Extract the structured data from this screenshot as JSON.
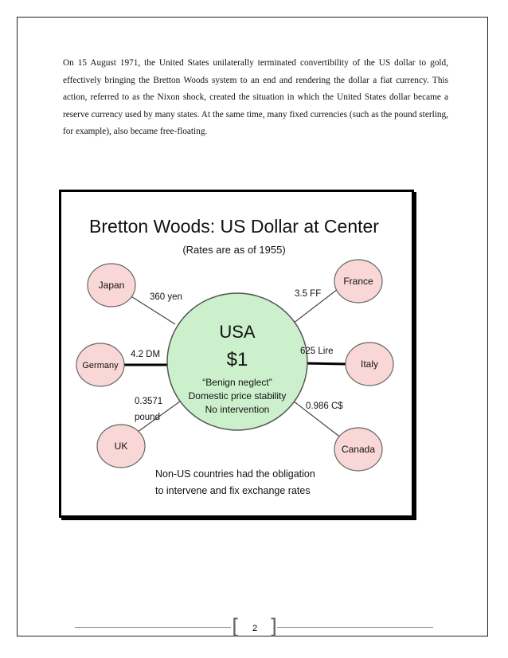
{
  "paragraph": "On 15 August 1971, the United States unilaterally terminated convertibility of the US dollar to gold, effectively bringing the Bretton Woods system to an end and rendering the dollar a fiat currency. This action, referred to as the Nixon shock, created the situation in which the United States dollar became a reserve currency used by many states. At the same time, many fixed currencies (such as the pound sterling, for example), also became free-floating.",
  "figure": {
    "title": "Bretton Woods: US Dollar at Center",
    "subtitle": "(Rates are as of 1955)",
    "center": {
      "name": "USA",
      "value": "$1",
      "line1": "“Benign neglect”",
      "line2": "Domestic price stability",
      "line3": "No intervention"
    },
    "countries": {
      "japan": {
        "name": "Japan",
        "rate": "360 yen"
      },
      "germany": {
        "name": "Germany",
        "rate": "4.2 DM"
      },
      "uk": {
        "name": "UK",
        "rate_line1": "0.3571",
        "rate_line2": "pound"
      },
      "france": {
        "name": "France",
        "rate": "3.5 FF"
      },
      "italy": {
        "name": "Italy",
        "rate": "625 Lire"
      },
      "canada": {
        "name": "Canada",
        "rate": "0.986 C$"
      }
    },
    "note_line1": "Non-US countries had the obligation",
    "note_line2": "to intervene and fix exchange rates",
    "colors": {
      "center_fill": "#ccf0cc",
      "country_fill": "#fad7d7",
      "outline": "#555555"
    }
  },
  "footer": {
    "page_number": "2"
  }
}
